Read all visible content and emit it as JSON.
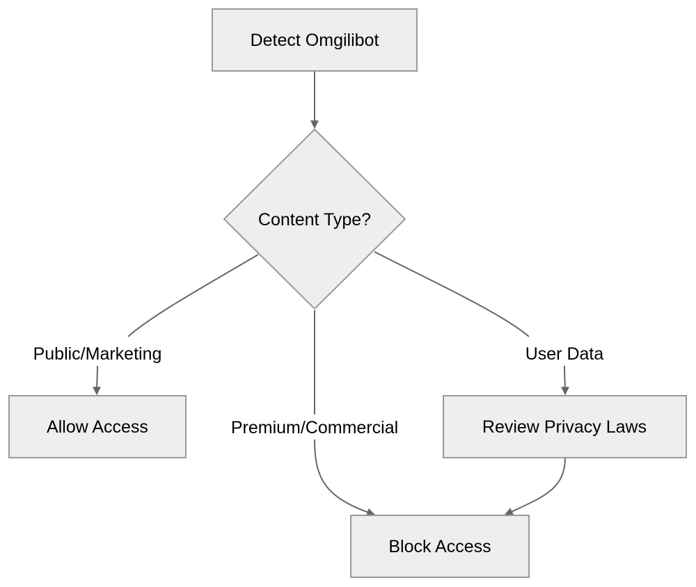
{
  "nodes": {
    "detect": "Detect Omgilibot",
    "decision": "Content Type?",
    "allow": "Allow Access",
    "review": "Review Privacy Laws",
    "block": "Block Access"
  },
  "edges": {
    "public": "Public/Marketing",
    "premium": "Premium/Commercial",
    "user_data": "User Data"
  },
  "colors": {
    "node_fill": "#eeeeee",
    "node_stroke": "#999999",
    "edge": "#666666"
  }
}
